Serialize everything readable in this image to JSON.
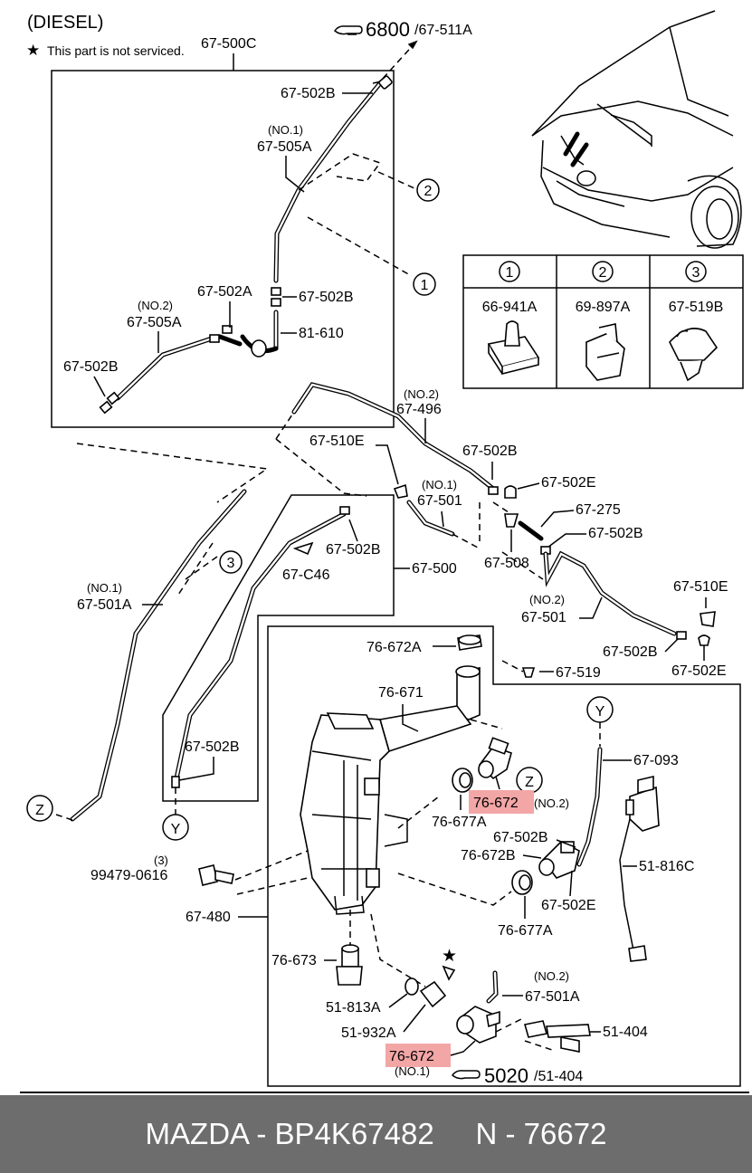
{
  "header": {
    "variant": "(DIESEL)",
    "note": "This part is not serviced.",
    "star": "★"
  },
  "refs": {
    "top_ref_num": "6800",
    "top_ref_code": "/67-511A",
    "bottom_ref_num": "5020",
    "bottom_ref_code": "/51-404"
  },
  "legend": [
    {
      "key": "1",
      "part": "66-941A"
    },
    {
      "key": "2",
      "part": "69-897A"
    },
    {
      "key": "3",
      "part": "67-519B"
    }
  ],
  "callouts": {
    "c1": "1",
    "c2": "2",
    "c3": "3",
    "z": "Z",
    "y": "Y"
  },
  "labels": {
    "l_67_500c": "67-500C",
    "l_67_502b_a": "67-502B",
    "l_no1_a": "(NO.1)",
    "l_67_505a_a": "67-505A",
    "l_67_502a": "67-502A",
    "l_67_502b_b": "67-502B",
    "l_no2_a": "(NO.2)",
    "l_67_505a_b": "67-505A",
    "l_81_610": "81-610",
    "l_67_502b_c": "67-502B",
    "l_no2_b": "(NO.2)",
    "l_67_496": "67-496",
    "l_67_510e_a": "67-510E",
    "l_67_502b_d": "67-502B",
    "l_no1_b": "(NO.1)",
    "l_67_501_a": "67-501",
    "l_67_502e_a": "67-502E",
    "l_67_275": "67-275",
    "l_67_502b_e": "67-502B",
    "l_67_508": "67-508",
    "l_67_502b_f": "67-502B",
    "l_67_c46": "67-C46",
    "l_67_500": "67-500",
    "l_no1_c": "(NO.1)",
    "l_67_501a_a": "67-501A",
    "l_no2_c": "(NO.2)",
    "l_67_501_b": "67-501",
    "l_67_510e_b": "67-510E",
    "l_67_502b_g": "67-502B",
    "l_67_502e_b": "67-502E",
    "l_67_519": "67-519",
    "l_76_672a": "76-672A",
    "l_76_671": "76-671",
    "l_67_093": "67-093",
    "l_67_502b_h": "67-502B",
    "l_76_672_hl1": "76-672",
    "l_no2_d": "(NO.2)",
    "l_76_677a_a": "76-677A",
    "l_67_502b_i": "67-502B",
    "l_76_672b": "76-672B",
    "l_51_816c": "51-816C",
    "l_qty3": "(3)",
    "l_99479": "99479-0616",
    "l_67_480": "67-480",
    "l_67_502e_c": "67-502E",
    "l_76_677a_b": "76-677A",
    "l_76_673": "76-673",
    "l_no2_e": "(NO.2)",
    "l_67_501a_b": "67-501A",
    "l_51_813a": "51-813A",
    "l_51_932a": "51-932A",
    "l_51_404": "51-404",
    "l_76_672_hl2": "76-672",
    "l_no1_d": "(NO.1)"
  },
  "footer": {
    "text": "MAZDA - BP4K67482     N - 76672"
  },
  "colors": {
    "highlight": "#f3a6a6",
    "footer_bg": "#6d6d6d",
    "footer_text": "#ffffff"
  }
}
